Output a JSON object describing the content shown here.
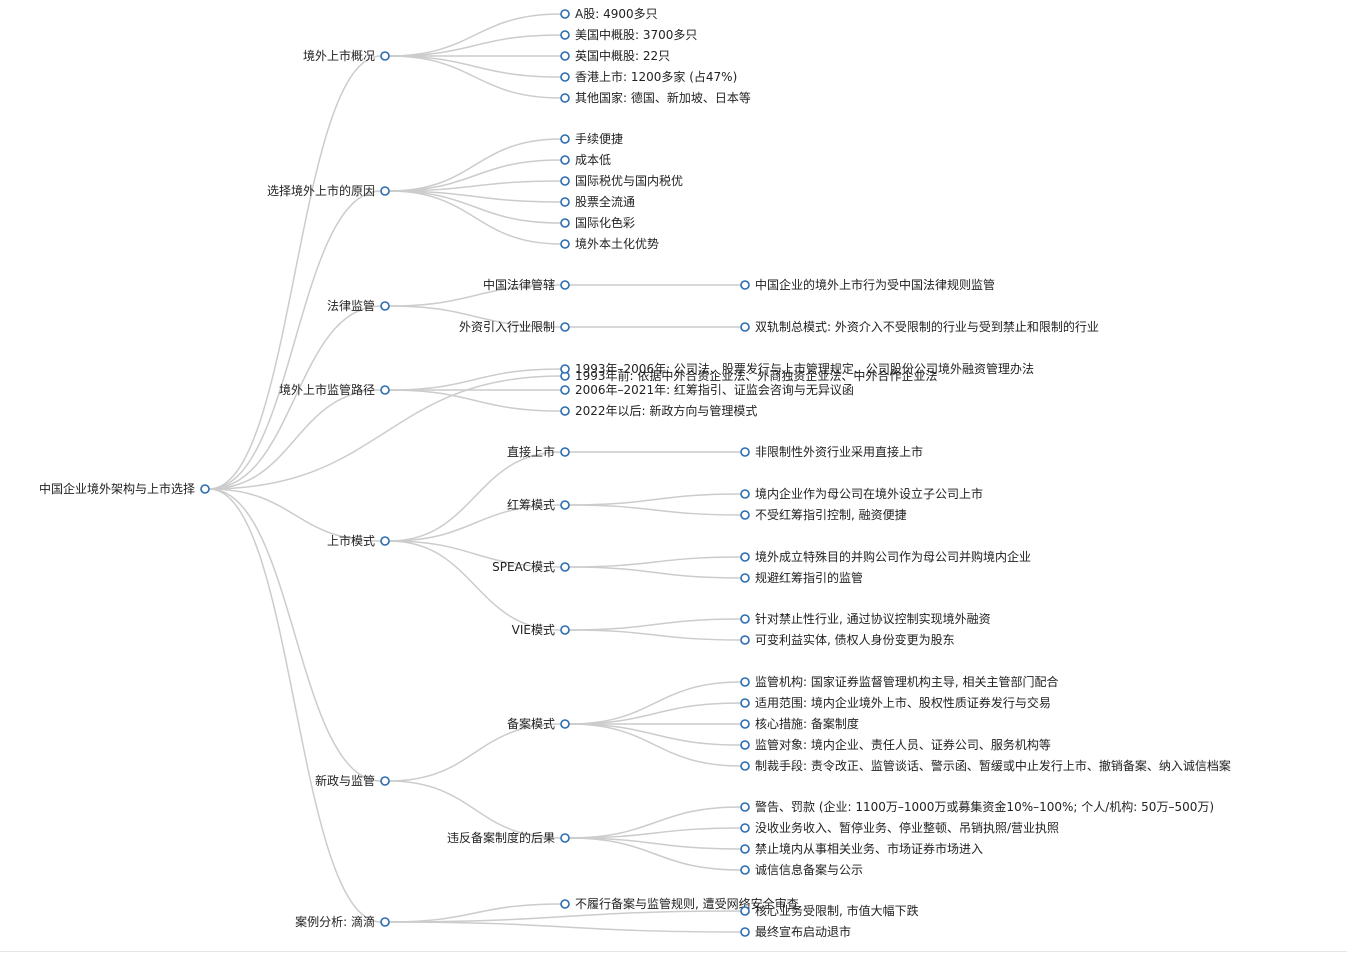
{
  "colors": {
    "link": "#cccccc",
    "node_stroke": "#2b6cb0",
    "node_fill": "#ffffff",
    "text": "#222222"
  },
  "tree": {
    "label": "中国企业境外架构与上市选择",
    "children": [
      {
        "label": "境外上市概况",
        "children": [
          {
            "label": "A股: 4900多只"
          },
          {
            "label": "美国中概股: 3700多只"
          },
          {
            "label": "英国中概股: 22只"
          },
          {
            "label": "香港上市: 1200多家 (占47%)"
          },
          {
            "label": "其他国家: 德国、新加坡、日本等"
          }
        ]
      },
      {
        "label": "选择境外上市的原因",
        "children": [
          {
            "label": "手续便捷"
          },
          {
            "label": "成本低"
          },
          {
            "label": "国际税优与国内税优"
          },
          {
            "label": "股票全流通"
          },
          {
            "label": "国际化色彩"
          },
          {
            "label": "境外本土化优势"
          }
        ]
      },
      {
        "label": "法律监管",
        "children": [
          {
            "label": "中国法律管辖",
            "children": [
              {
                "label": "中国企业的境外上市行为受中国法律规则监管"
              }
            ]
          },
          {
            "label": "外资引入行业限制",
            "children": [
              {
                "label": "双轨制总模式: 外资介入不受限制的行业与受到禁止和限制的行业"
              }
            ]
          }
        ]
      },
      {
        "label": "1993年前: 依据中外合资企业法、外商独资企业法、中外合作企业法"
      },
      {
        "label": "境外上市监管路径",
        "children": [
          {
            "label": "1993年–2006年: 公司法、股票发行与上市管理规定、公司股份公司境外融资管理办法"
          },
          {
            "label": "2006年–2021年: 红筹指引、证监会咨询与无异议函"
          },
          {
            "label": "2022年以后: 新政方向与管理模式"
          }
        ]
      },
      {
        "label": "上市模式",
        "children": [
          {
            "label": "直接上市",
            "children": [
              {
                "label": "非限制性外资行业采用直接上市"
              }
            ]
          },
          {
            "label": "红筹模式",
            "children": [
              {
                "label": "境内企业作为母公司在境外设立子公司上市"
              },
              {
                "label": "不受红筹指引控制, 融资便捷"
              }
            ]
          },
          {
            "label": "SPEAC模式",
            "children": [
              {
                "label": "境外成立特殊目的并购公司作为母公司并购境内企业"
              },
              {
                "label": "规避红筹指引的监管"
              }
            ]
          },
          {
            "label": "VIE模式",
            "children": [
              {
                "label": "针对禁止性行业, 通过协议控制实现境外融资"
              },
              {
                "label": "可变利益实体, 债权人身份变更为股东"
              }
            ]
          }
        ]
      },
      {
        "label": "新政与监管",
        "children": [
          {
            "label": "备案模式",
            "children": [
              {
                "label": "监管机构: 国家证券监督管理机构主导, 相关主管部门配合"
              },
              {
                "label": "适用范围: 境内企业境外上市、股权性质证券发行与交易"
              },
              {
                "label": "核心措施: 备案制度"
              },
              {
                "label": "监管对象: 境内企业、责任人员、证券公司、服务机构等"
              },
              {
                "label": "制裁手段: 责令改正、监管谈话、警示函、暂缓或中止发行上市、撤销备案、纳入诚信档案"
              }
            ]
          },
          {
            "label": "违反备案制度的后果",
            "children": [
              {
                "label": "警告、罚款 (企业: 1100万–1000万或募集资金10%–100%; 个人/机构: 50万–500万)"
              },
              {
                "label": "没收业务收入、暂停业务、停业整顿、吊销执照/营业执照"
              },
              {
                "label": "禁止境内从事相关业务、市场证券市场进入"
              },
              {
                "label": "诚信信息备案与公示"
              }
            ]
          }
        ]
      },
      {
        "label": "案例分析: 滴滴",
        "children": [
          {
            "label": "不履行备案与监管规则, 遭受网络安全审查"
          },
          {
            "label": "核心业务受限制, 市值大幅下跌"
          },
          {
            "label": "最终宣布启动退市"
          }
        ]
      }
    ]
  }
}
